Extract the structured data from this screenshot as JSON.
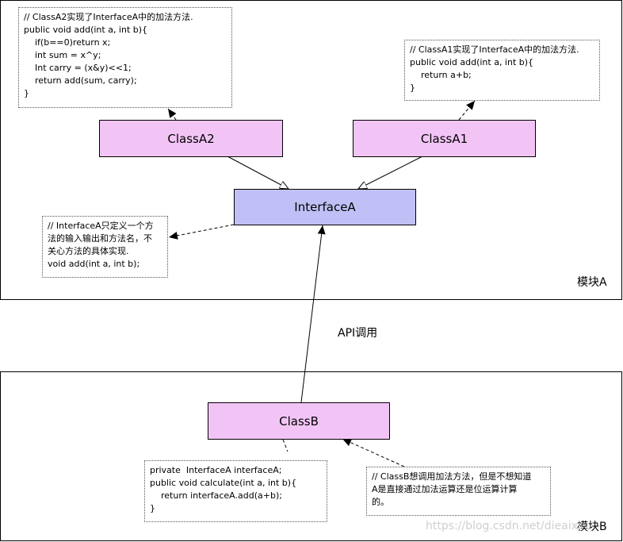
{
  "module_a": {
    "label": "模块A"
  },
  "module_b": {
    "label": "模块B"
  },
  "classes": {
    "class_a2": "ClassA2",
    "class_a1": "ClassA1",
    "interface_a": "InterfaceA",
    "class_b": "ClassB"
  },
  "notes": {
    "class_a2": [
      "// ClassA2实现了InterfaceA中的加法方法.",
      "public void add(int a, int b){",
      "    if(b==0)return x;",
      "    int sum = x^y;",
      "    Int carry = (x&y)<<1;",
      "    return add(sum, carry);",
      "}"
    ],
    "class_a1": [
      "// ClassA1实现了InterfaceA中的加法方法.",
      "public void add(int a, int b){",
      "    return a+b;",
      "}"
    ],
    "interface_a": [
      "// InterfaceA只定义一个方",
      "法的输入输出和方法名，不",
      "关心方法的具体实现.",
      "void add(int a, int b);"
    ],
    "class_b": [
      "private  InterfaceA interfaceA;",
      "public void calculate(int a, int b){",
      "    return interfaceA.add(a+b);",
      "}"
    ],
    "class_b_comment": [
      "// ClassB想调用加法方法，但是不想知道",
      "A是直接通过加法运算还是位运算计算",
      "的。"
    ]
  },
  "api_label": "API调用",
  "watermark": "https://blog.csdn.net/dieaixi..."
}
